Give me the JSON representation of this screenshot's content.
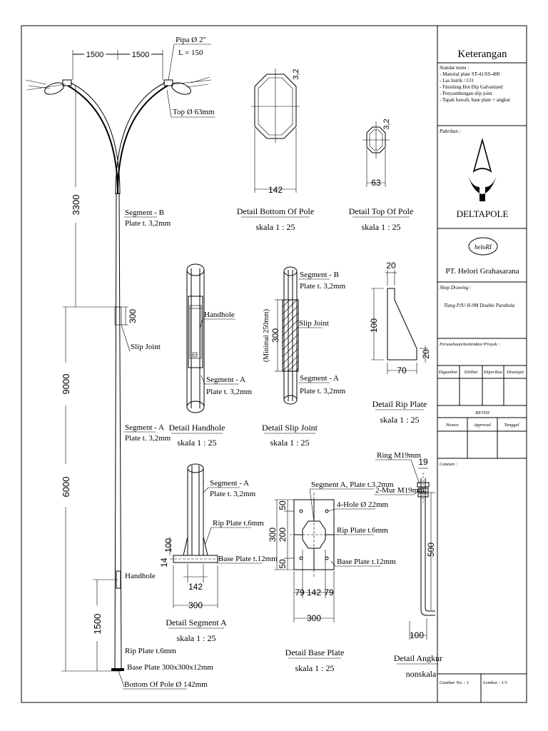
{
  "title_block": {
    "heading": "Keterangan",
    "standard_title": "Standar mutu :",
    "standard_items": [
      "- Material plate ST-41/SS-400",
      "- Las listrik / CO",
      "- Finishing Hot Dip Galvanized",
      "- Penyambungan slip joint",
      "- Tapak bawah, base plate + angkur"
    ],
    "manufacturer_label": "Pabrikan :",
    "brand_name": "DELTAPOLE",
    "company_logo_text": "heloRI",
    "company_name": "PT. Helori Grahasarana",
    "shop_drawing_label": "Shop Drawing :",
    "shop_drawing_value": "Tiang PJU H-9M Double Parabola",
    "contractor_label": "Perusahaan/kontraktor/Proyek :",
    "sign_headers": [
      "Digambar",
      "Dilihat",
      "Diperiksa",
      "Disetujui"
    ],
    "revision_title": "REVISI",
    "revision_headers": [
      "Nomor",
      "Approval",
      "Tanggal"
    ],
    "notes_label": "Catatan :",
    "drawing_no_label": "Gambar No. : 1",
    "sheet_label": "Lembar : 1/1"
  },
  "main_pole": {
    "pipe_label": "Pipa Ø 2\"",
    "pipe_length": "L = 150",
    "arm_left": "1500",
    "arm_right": "1500",
    "top_label": "Top Ø 63mm",
    "dim_3300": "3300",
    "dim_9000": "9000",
    "dim_300": "300",
    "dim_6000": "6000",
    "dim_1500": "1500",
    "segment_b": "Segment - B",
    "segment_b_plate": "Plate t. 3,2mm",
    "slip_joint": "Slip Joint",
    "segment_a": "Segment - A",
    "segment_a_plate": "Plate t. 3,2mm",
    "handhole": "Handhole",
    "rip_plate": "Rip Plate t.6mm",
    "base_plate": "Base Plate 300x300x12mm",
    "bottom": "Bottom Of Pole Ø 142mm"
  },
  "detail_bottom": {
    "title": "Detail Bottom Of Pole",
    "scale": "skala 1 : 25",
    "dim_width": "142",
    "dim_thick": "3,2"
  },
  "detail_top": {
    "title": "Detail Top Of Pole",
    "scale": "skala 1 : 25",
    "dim_width": "63",
    "dim_thick": "3,2"
  },
  "detail_handhole": {
    "title": "Detail Handhole",
    "scale": "skala 1 : 25",
    "label_handhole": "Handhole",
    "label_segment": "Segment - A",
    "label_plate": "Plate t. 3,2mm"
  },
  "detail_slip": {
    "title": "Detail Slip Joint",
    "scale": "skala 1 : 25",
    "label_segment_b": "Segment - B",
    "label_plate_b": "Plate t. 3,2mm",
    "label_slip": "Slip Joint",
    "label_segment_a": "Segment - A",
    "label_plate_a": "Plate t. 3,2mm",
    "minimal": "(Minimal 250mm)",
    "dim_300": "300"
  },
  "detail_rip": {
    "title": "Detail Rip Plate",
    "scale": "skala 1 : 25",
    "dim_top": "20",
    "dim_height": "100",
    "dim_side": "20",
    "dim_bottom": "70"
  },
  "detail_segment_a": {
    "title": "Detail Segment A",
    "scale": "skala 1 : 25",
    "label_segment": "Segment - A",
    "label_plate": "Plate t. 3,2mm",
    "label_rip": "Rip Plate t.6mm",
    "label_base": "Base Plate t.12mm",
    "dim_100": "100",
    "dim_14": "14",
    "dim_142": "142",
    "dim_300": "300"
  },
  "detail_base": {
    "title": "Detail Base Plate",
    "scale": "skala 1 : 25",
    "label_segment": "Segment A, Plate t.3.2mm",
    "label_hole": "4-Hole Ø 22mm",
    "label_rip": "Rip Plate t.6mm",
    "label_base": "Base Plate t.12mm",
    "dim_300": "300",
    "dim_50a": "50",
    "dim_200": "200",
    "dim_50b": "50",
    "dim_79a": "79",
    "dim_142": "142",
    "dim_79b": "79",
    "dim_300b": "300"
  },
  "detail_anchor": {
    "title": "Detail Angkur",
    "scale": "nonskala",
    "label_ring": "Ring M19mm",
    "label_mur": "2-Mur M19mm",
    "dim_19": "19",
    "dim_500": "500",
    "dim_100": "100"
  }
}
